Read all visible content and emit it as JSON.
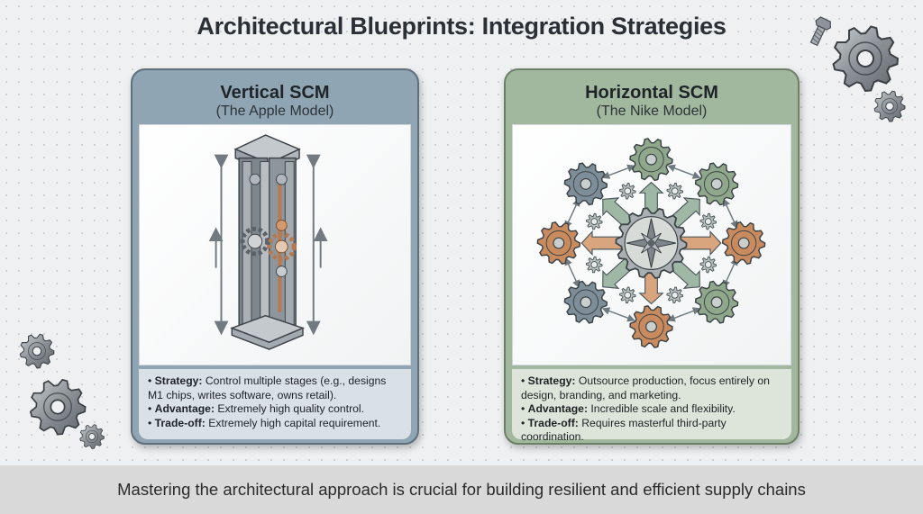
{
  "title": "Architectural Blueprints: Integration Strategies",
  "cards": [
    {
      "id": "vertical",
      "title": "Vertical SCM",
      "subtitle": "(The Apple Model)",
      "illustration": "gear-pillar-icon",
      "bullets": [
        {
          "label": "Strategy:",
          "text": "Control multiple stages (e.g., designs",
          "continuation": "M1 chips, writes software, owns retail)."
        },
        {
          "label": "Advantage:",
          "text": "Extremely high quality control."
        },
        {
          "label": "Trade-off:",
          "text": "Extremely high capital requirement."
        }
      ],
      "colors": {
        "header": "#8fa5b3",
        "border": "#5f6f7b",
        "text_bg": "#d9e0e6"
      }
    },
    {
      "id": "horizontal",
      "title": "Horizontal SCM",
      "subtitle": "(The Nike Model)",
      "illustration": "gear-network-compass-icon",
      "bullets": [
        {
          "label": "Strategy:",
          "text": "Outsource production, focus entirely on",
          "continuation": "design, branding, and marketing."
        },
        {
          "label": "Advantage:",
          "text": "Incredible scale and flexibility."
        },
        {
          "label": "Trade-off:",
          "text": "Requires masterful third-party coordination."
        }
      ],
      "colors": {
        "header": "#a2b89e",
        "border": "#6c8068",
        "text_bg": "#dde5da"
      }
    }
  ],
  "footer": "Mastering the architectural approach is crucial for building resilient and efficient supply chains",
  "decorations": [
    "bolt-icon",
    "gear-icon",
    "gear-icon",
    "gear-icon",
    "gear-icon",
    "gear-icon"
  ],
  "palette": {
    "steel": "#9aa0a6",
    "orange": "#c98a5e",
    "green": "#8fa88c",
    "blue_gray": "#7d8e99"
  }
}
